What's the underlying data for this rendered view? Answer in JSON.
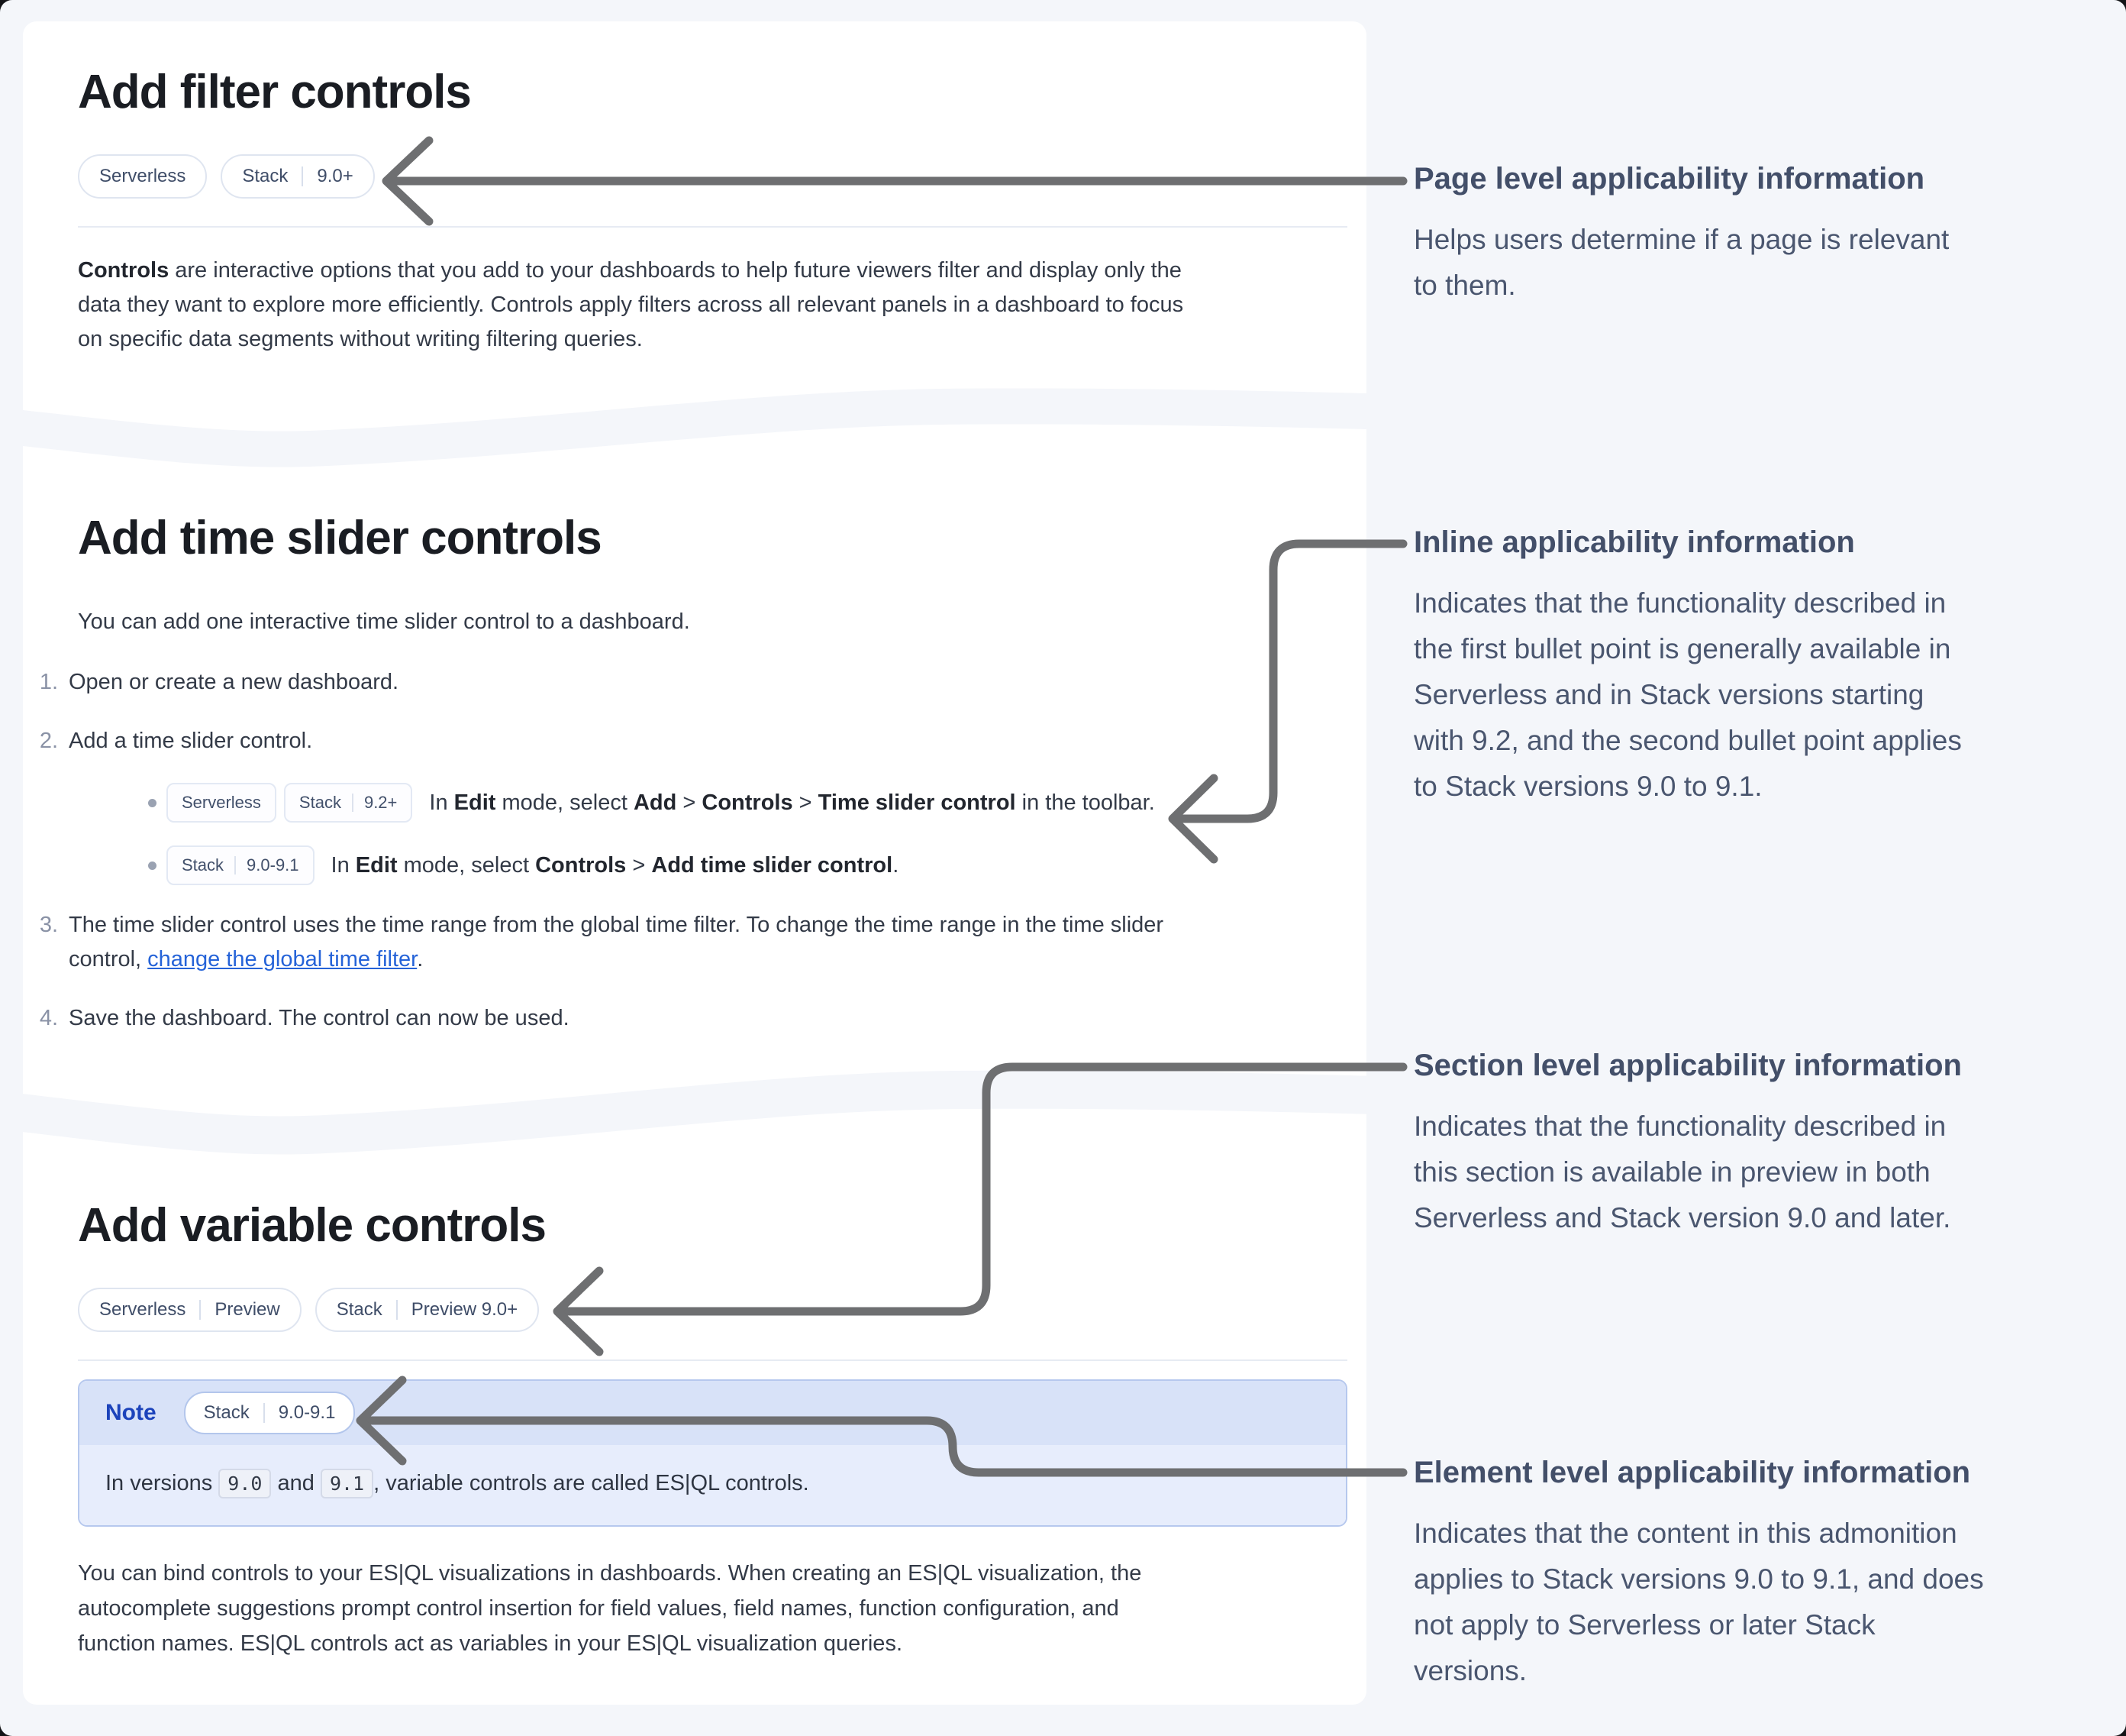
{
  "doc": {
    "s1": {
      "heading": "Add filter controls",
      "badges": [
        {
          "parts": [
            "Serverless"
          ]
        },
        {
          "parts": [
            "Stack",
            "9.0+"
          ]
        }
      ],
      "p1": {
        "bold": "Controls",
        "l1": " are interactive options that you add to your dashboards to help future viewers filter and display only the",
        "l2": "data they want to explore more efficiently. Controls apply filters across all relevant panels in a dashboard to focus",
        "l3": "on specific data segments without writing filtering queries."
      }
    },
    "s2": {
      "heading": "Add time slider controls",
      "intro": "You can add one interactive time slider control to a dashboard.",
      "step1_num": "1.",
      "step1": "Open or create a new dashboard.",
      "step2_num": "2.",
      "step2": "Add a time slider control.",
      "b1": {
        "badge1": {
          "parts": [
            "Serverless"
          ]
        },
        "badge2": {
          "parts": [
            "Stack",
            "9.2+"
          ]
        },
        "t": [
          "In ",
          "Edit",
          " mode, select ",
          "Add",
          " > ",
          "Controls",
          " > ",
          "Time slider control",
          " in the toolbar."
        ]
      },
      "b2": {
        "badge1": {
          "parts": [
            "Stack",
            "9.0-9.1"
          ]
        },
        "t": [
          "In ",
          "Edit",
          " mode, select ",
          "Controls",
          " > ",
          "Add time slider control",
          "."
        ]
      },
      "step3_num": "3.",
      "step3": {
        "l1": "The time slider control uses the time range from the global time filter. To change the time range in the time slider",
        "l2a": "control, ",
        "link": "change the global time filter",
        "l2b": "."
      },
      "step4_num": "4.",
      "step4": "Save the dashboard. The control can now be used."
    },
    "s3": {
      "heading": "Add variable controls",
      "badges": [
        {
          "parts": [
            "Serverless",
            "Preview"
          ]
        },
        {
          "parts": [
            "Stack",
            "Preview 9.0+"
          ]
        }
      ],
      "note": {
        "label": "Note",
        "badge": {
          "parts": [
            "Stack",
            "9.0-9.1"
          ]
        },
        "t1": "In versions ",
        "code1": "9.0",
        "t2": " and ",
        "code2": "9.1",
        "t3": ", variable controls are called ES|QL controls."
      },
      "p": {
        "l1": "You can bind controls to your ES|QL visualizations in dashboards. When creating an ES|QL visualization, the",
        "l2": "autocomplete suggestions prompt control insertion for field values, field names, function configuration, and",
        "l3": "function names. ES|QL controls act as variables in your ES|QL visualization queries."
      }
    }
  },
  "annotations": {
    "a1": {
      "title": "Page level applicability information",
      "lines": [
        "Helps users determine if a page is relevant",
        "to them."
      ]
    },
    "a2": {
      "title": "Inline applicability information",
      "lines": [
        "Indicates that the functionality described in",
        "the first bullet point is generally available in",
        "Serverless and in Stack versions starting",
        "with 9.2, and the second bullet point applies",
        "to Stack versions 9.0 to 9.1."
      ]
    },
    "a3": {
      "title": "Section level applicability information",
      "lines": [
        "Indicates that the functionality described in",
        "this section is available in preview in both",
        "Serverless and Stack version 9.0 and later."
      ]
    },
    "a4": {
      "title": "Element level applicability information",
      "lines": [
        "Indicates that the content in this admonition",
        "applies to Stack versions 9.0 to 9.1, and does",
        "not apply to Serverless or later Stack",
        "versions."
      ]
    }
  },
  "colors": {
    "arrow": "#6e6f71",
    "accent_blue": "#1c43bb",
    "link_blue": "#2563d8",
    "page_bg": "#f4f6fa"
  }
}
